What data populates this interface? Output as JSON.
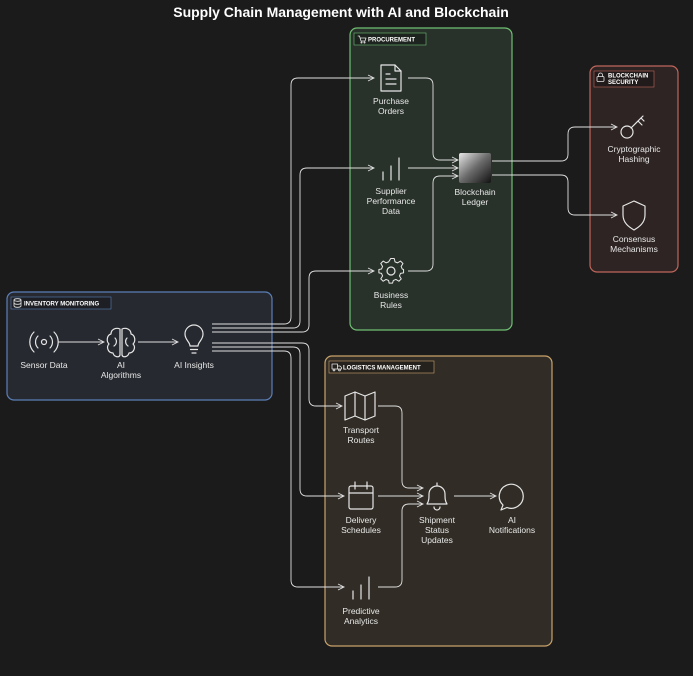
{
  "title": "Supply Chain Management with AI and Blockchain",
  "groups": {
    "inventory": {
      "label": "INVENTORY MONITORING",
      "color": "#5b7fb8"
    },
    "procurement": {
      "label": "PROCUREMENT",
      "color": "#6fbf73"
    },
    "blockchain": {
      "label": "BLOCKCHAIN\nSECURITY",
      "color": "#c0665c"
    },
    "logistics": {
      "label": "LOGISTICS MANAGEMENT",
      "color": "#c9a36a"
    }
  },
  "nodes": {
    "sensor": {
      "label": "Sensor Data",
      "icon": "broadcast-icon"
    },
    "ai_algorithms": {
      "label": "AI\nAlgorithms",
      "icon": "brain-icon"
    },
    "ai_insights": {
      "label": "AI Insights",
      "icon": "lightbulb-icon"
    },
    "purchase_orders": {
      "label": "Purchase\nOrders",
      "icon": "document-icon"
    },
    "supplier_perf": {
      "label": "Supplier\nPerformance\nData",
      "icon": "bar-chart-icon"
    },
    "business_rules": {
      "label": "Business\nRules",
      "icon": "gear-icon"
    },
    "blockchain_ledger": {
      "label": "Blockchain\nLedger",
      "icon": "ledger-block-icon"
    },
    "crypto_hashing": {
      "label": "Cryptographic\nHashing",
      "icon": "key-icon"
    },
    "consensus": {
      "label": "Consensus\nMechanisms",
      "icon": "shield-icon"
    },
    "transport_routes": {
      "label": "Transport\nRoutes",
      "icon": "map-icon"
    },
    "delivery_schedules": {
      "label": "Delivery\nSchedules",
      "icon": "calendar-icon"
    },
    "shipment_status": {
      "label": "Shipment\nStatus\nUpdates",
      "icon": "bell-icon"
    },
    "ai_notifications": {
      "label": "AI\nNotifications",
      "icon": "message-circle-icon"
    },
    "predictive_analytics": {
      "label": "Predictive\nAnalytics",
      "icon": "bar-chart-icon"
    }
  },
  "edges": [
    [
      "sensor",
      "ai_algorithms"
    ],
    [
      "ai_algorithms",
      "ai_insights"
    ],
    [
      "ai_insights",
      "purchase_orders"
    ],
    [
      "ai_insights",
      "supplier_perf"
    ],
    [
      "ai_insights",
      "business_rules"
    ],
    [
      "ai_insights",
      "transport_routes"
    ],
    [
      "ai_insights",
      "delivery_schedules"
    ],
    [
      "ai_insights",
      "predictive_analytics"
    ],
    [
      "purchase_orders",
      "blockchain_ledger"
    ],
    [
      "supplier_perf",
      "blockchain_ledger"
    ],
    [
      "business_rules",
      "blockchain_ledger"
    ],
    [
      "blockchain_ledger",
      "crypto_hashing"
    ],
    [
      "blockchain_ledger",
      "consensus"
    ],
    [
      "transport_routes",
      "shipment_status"
    ],
    [
      "delivery_schedules",
      "shipment_status"
    ],
    [
      "predictive_analytics",
      "shipment_status"
    ],
    [
      "shipment_status",
      "ai_notifications"
    ]
  ]
}
